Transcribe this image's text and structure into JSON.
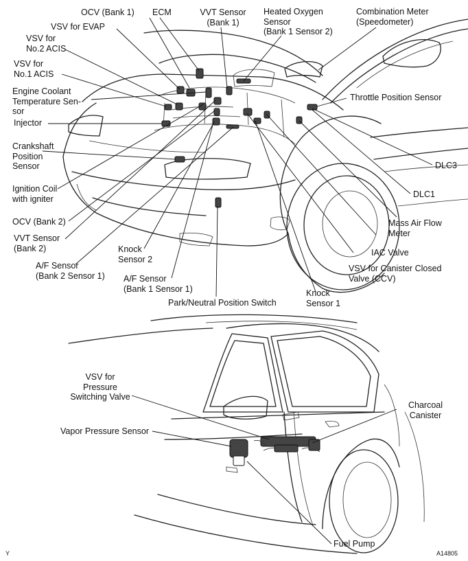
{
  "figure_id": "A14805",
  "corner_mark": "Y",
  "engine_labels": {
    "ocv_bank1": "OCV (Bank 1)",
    "ecm": "ECM",
    "vvt_sensor_bank1": "VVT Sensor\n(Bank 1)",
    "heated_oxygen_sensor": "Heated Oxygen\nSensor\n(Bank 1 Sensor 2)",
    "combination_meter": "Combination Meter\n(Speedometer)",
    "vsv_evap": "VSV for EVAP",
    "vsv_no2_acis": "VSV for\nNo.2 ACIS",
    "vsv_no1_acis": "VSV for\nNo.1 ACIS",
    "engine_coolant_temp_sensor": "Engine Coolant\nTemperature Sen-\nsor",
    "injector": "Injector",
    "crankshaft_position_sensor": "Crankshaft\nPosition\nSensor",
    "ignition_coil": "Ignition Coil\nwith igniter",
    "ocv_bank2": "OCV (Bank 2)",
    "vvt_sensor_bank2": "VVT Sensor\n(Bank 2)",
    "af_sensor_bank2": "A/F Sensor\n(Bank 2 Sensor 1)",
    "knock_sensor_2": "Knock\nSensor 2",
    "af_sensor_bank1": "A/F Sensor\n(Bank 1 Sensor 1)",
    "park_neutral_switch": "Park/Neutral Position Switch",
    "knock_sensor_1": "Knock\nSensor 1",
    "vsv_canister_closed_valve": "VSV for Canister Closed\nValve (CCV)",
    "iac_valve": "IAC Valve",
    "mass_air_flow_meter": "Mass Air Flow\nMeter",
    "dlc1": "DLC1",
    "dlc3": "DLC3",
    "throttle_position_sensor": "Throttle Position Sensor"
  },
  "rear_labels": {
    "vsv_pressure_switching_valve": "VSV for\nPressure\nSwitching Valve",
    "vapor_pressure_sensor": "Vapor Pressure Sensor",
    "charcoal_canister": "Charcoal\nCanister",
    "fuel_pump": "Fuel Pump"
  }
}
